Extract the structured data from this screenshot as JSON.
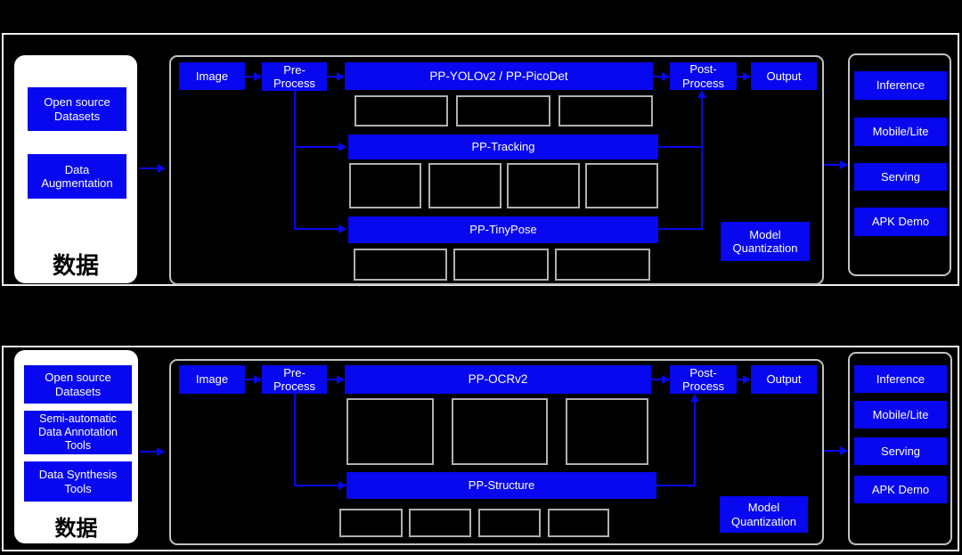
{
  "colors": {
    "accent": "#0707f0",
    "box_border": "#b0b0b0",
    "panel_border": "#c2c2c2",
    "section_border": "#efefef",
    "panel_bg": "#ffffff",
    "canvas_bg": "#000000"
  },
  "sections": [
    {
      "name": "detection",
      "data_panel": {
        "title": "数据",
        "items": [
          {
            "label": "Open source\nDatasets"
          },
          {
            "label": "Data\nAugmentation"
          }
        ]
      },
      "pipeline": {
        "image": "Image",
        "pre_process": "Pre-\nProcess",
        "main_model": "PP-YOLOv2 / PP-PicoDet",
        "post_process": "Post-\nProcess",
        "output": "Output",
        "sub_models": [
          "PP-Tracking",
          "PP-TinyPose"
        ],
        "model_quantization": "Model\nQuantization"
      },
      "deployment": {
        "items": [
          "Inference",
          "Mobile/Lite",
          "Serving",
          "APK Demo"
        ]
      }
    },
    {
      "name": "ocr",
      "data_panel": {
        "title": "数据",
        "items": [
          {
            "label": "Open source\nDatasets"
          },
          {
            "label": "Semi-automatic\nData Annotation\nTools"
          },
          {
            "label": "Data Synthesis\nTools"
          }
        ]
      },
      "pipeline": {
        "image": "Image",
        "pre_process": "Pre-\nProcess",
        "main_model": "PP-OCRv2",
        "post_process": "Post-\nProcess",
        "output": "Output",
        "sub_models": [
          "PP-Structure"
        ],
        "model_quantization": "Model\nQuantization"
      },
      "deployment": {
        "items": [
          "Inference",
          "Mobile/Lite",
          "Serving",
          "APK Demo"
        ]
      }
    }
  ]
}
